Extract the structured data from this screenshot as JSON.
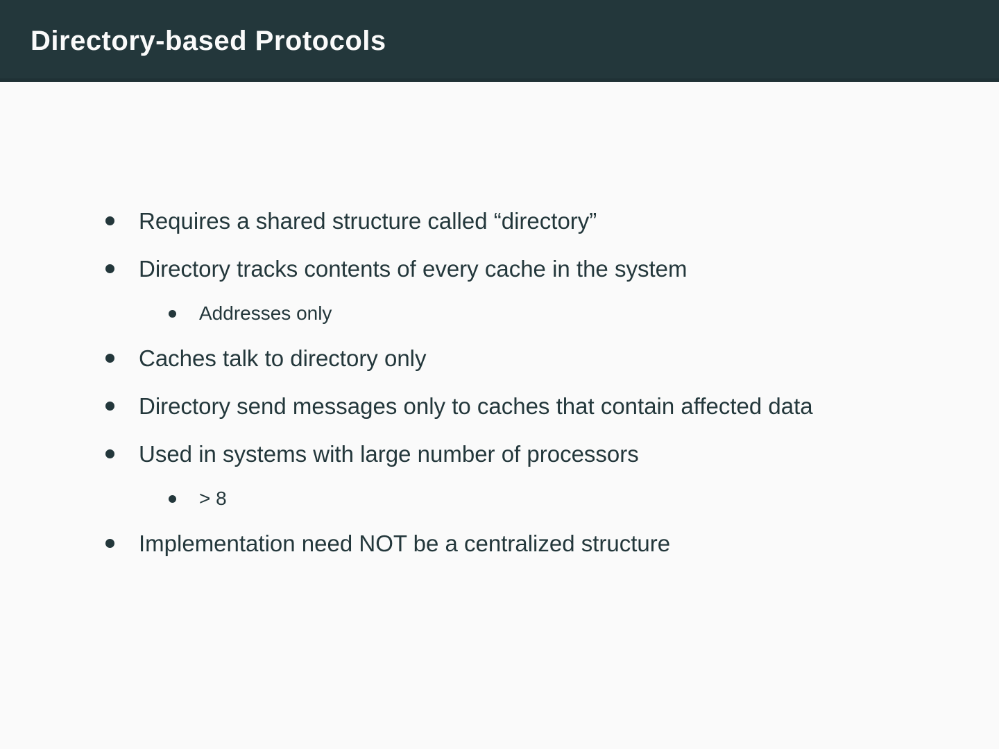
{
  "slide": {
    "title": "Directory-based Protocols",
    "theme": {
      "header_bg": "#23373b",
      "body_bg": "#fafafa",
      "text_color": "#23373b",
      "title_color": "#fafafa"
    },
    "bullets": [
      {
        "level": 1,
        "text": "Requires a shared structure called “directory”"
      },
      {
        "level": 1,
        "text": "Directory tracks contents of every cache in the system"
      },
      {
        "level": 2,
        "text": "Addresses only"
      },
      {
        "level": 1,
        "text": "Caches talk to directory only"
      },
      {
        "level": 1,
        "text": "Directory send messages only to caches that contain affected data"
      },
      {
        "level": 1,
        "text": "Used in systems with large number of processors"
      },
      {
        "level": 2,
        "text": "> 8"
      },
      {
        "level": 1,
        "text": "Implementation need NOT be a centralized structure"
      }
    ]
  }
}
